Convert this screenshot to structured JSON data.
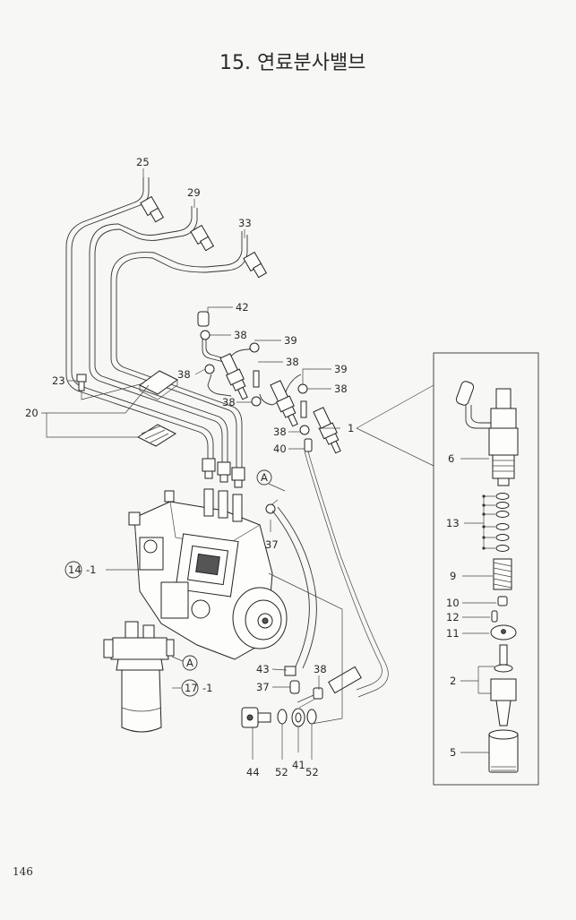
{
  "page": {
    "title": "15. 연료분사밸브",
    "page_number": "146"
  },
  "callouts": {
    "c25": "25",
    "c29": "29",
    "c33": "33",
    "c42": "42",
    "c38a": "38",
    "c39a": "39",
    "c38b": "38",
    "c38c": "38",
    "c39b": "39",
    "c38d": "38",
    "c38e": "38",
    "c38f": "38",
    "c1": "1",
    "c40": "40",
    "c23": "23",
    "c20": "20",
    "cA1": "A",
    "c37a": "37",
    "c14": "14",
    "c14s": "-1",
    "cA2": "A",
    "c17": "17",
    "c17s": "-1",
    "c43": "43",
    "c37b": "37",
    "c38g": "38",
    "c44": "44",
    "c52a": "52",
    "c41": "41",
    "c52b": "52",
    "c6": "6",
    "c13": "13",
    "c9": "9",
    "c10": "10",
    "c12": "12",
    "c11": "11",
    "c2": "2",
    "c5": "5"
  }
}
